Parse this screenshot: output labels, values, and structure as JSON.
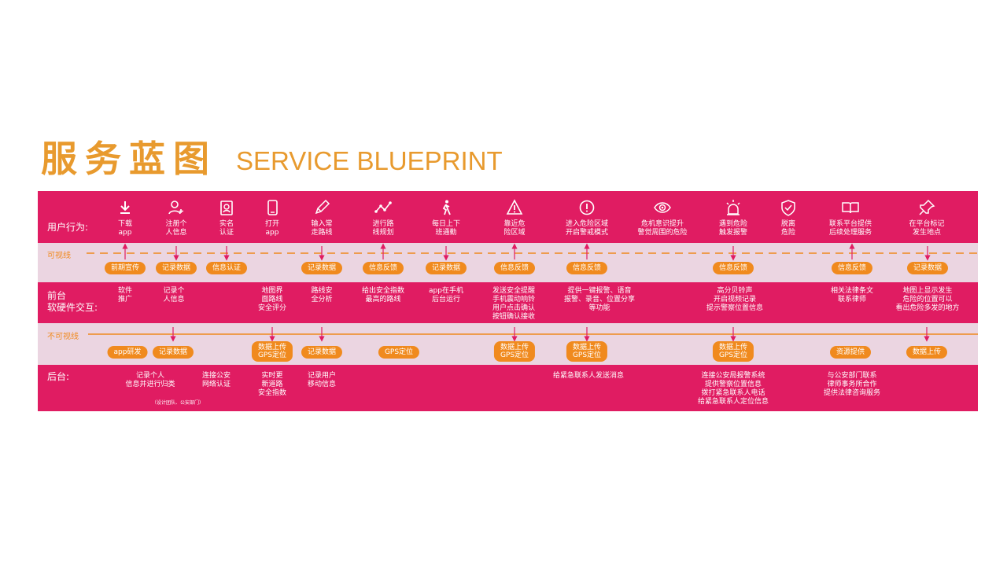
{
  "title": {
    "cn": "服务蓝图",
    "en": "SERVICE BLUEPRINT"
  },
  "rows": {
    "user": "用户行为:",
    "visible": "可视线",
    "frontstage": "前台\n软硬件交互:",
    "invisible": "不可视线",
    "backstage": "后台:"
  },
  "user_actions": [
    {
      "icon": "download-icon",
      "text": "下载\napp"
    },
    {
      "icon": "add-user-icon",
      "text": "注册个\n人信息"
    },
    {
      "icon": "id-card-icon",
      "text": "实名\n认证"
    },
    {
      "icon": "phone-icon",
      "text": "打开\napp"
    },
    {
      "icon": "pencil-icon",
      "text": "输入常\n走路线"
    },
    {
      "icon": "route-icon",
      "text": "进行路\n线规划"
    },
    {
      "icon": "walking-icon",
      "text": "每日上下\n班通勤"
    },
    {
      "icon": "warning-triangle-icon",
      "text": "靠近危\n险区域"
    },
    {
      "icon": "alert-circle-icon",
      "text": "进入危险区域\n开启警戒模式"
    },
    {
      "icon": "eye-icon",
      "text": "危机意识提升\n警觉周围的危险"
    },
    {
      "icon": "siren-icon",
      "text": "遇到危险\n触发报警"
    },
    {
      "icon": "shield-icon",
      "text": "脱离\n危险"
    },
    {
      "icon": "book-icon",
      "text": "联系平台提供\n后续处理服务"
    },
    {
      "icon": "pin-icon",
      "text": "在平台标记\n发生地点"
    }
  ],
  "visible_pills": [
    "前期宣传",
    "记录数据",
    "信息认证",
    "记录数据",
    "信息反馈",
    "记录数据",
    "信息反馈",
    "信息反馈",
    "信息反馈",
    "信息反馈",
    "记录数据"
  ],
  "frontstage": [
    "软件\n推广",
    "记录个\n人信息",
    "地图界\n面路线\n安全评分",
    "路线安\n全分析",
    "给出安全指数\n最高的路线",
    "app在手机\n后台运行",
    "发送安全提醒\n手机震动响铃\n用户点击确认\n按钮确认接收",
    "提供一键报警、语音\n报警、录音、位置分享\n等功能",
    "高分贝铃声\n开启视频记录\n提示警察位置信息",
    "相关法律条文\n联系律师",
    "地图上显示发生\n危险的位置可以\n看出危险多发的地方"
  ],
  "invisible_pills": [
    "app研发",
    "记录数据",
    "数据上传\nGPS定位",
    "记录数据",
    "GPS定位",
    "数据上传\nGPS定位",
    "数据上传\nGPS定位",
    "数据上传\nGPS定位",
    "资源提供",
    "数据上传"
  ],
  "backstage": [
    "记录个人\n信息并进行归类",
    "连接公安\n网络认证",
    "实时更\n新道路\n安全指数",
    "记录用户\n移动信息",
    "给紧急联系人发送消息",
    "连接公安局报警系统\n提供警察位置信息\n拨打紧急联系人电话\n给紧急联系人定位信息",
    "与公安部门联系\n律师事务所合作\n提供法律咨询服务"
  ],
  "backstage_note": "（设计团队、公安部门）",
  "colors": {
    "pink": "#E01C62",
    "light": "#EBD5E1",
    "orange": "#F08A1E",
    "title": "#E89A2E"
  }
}
